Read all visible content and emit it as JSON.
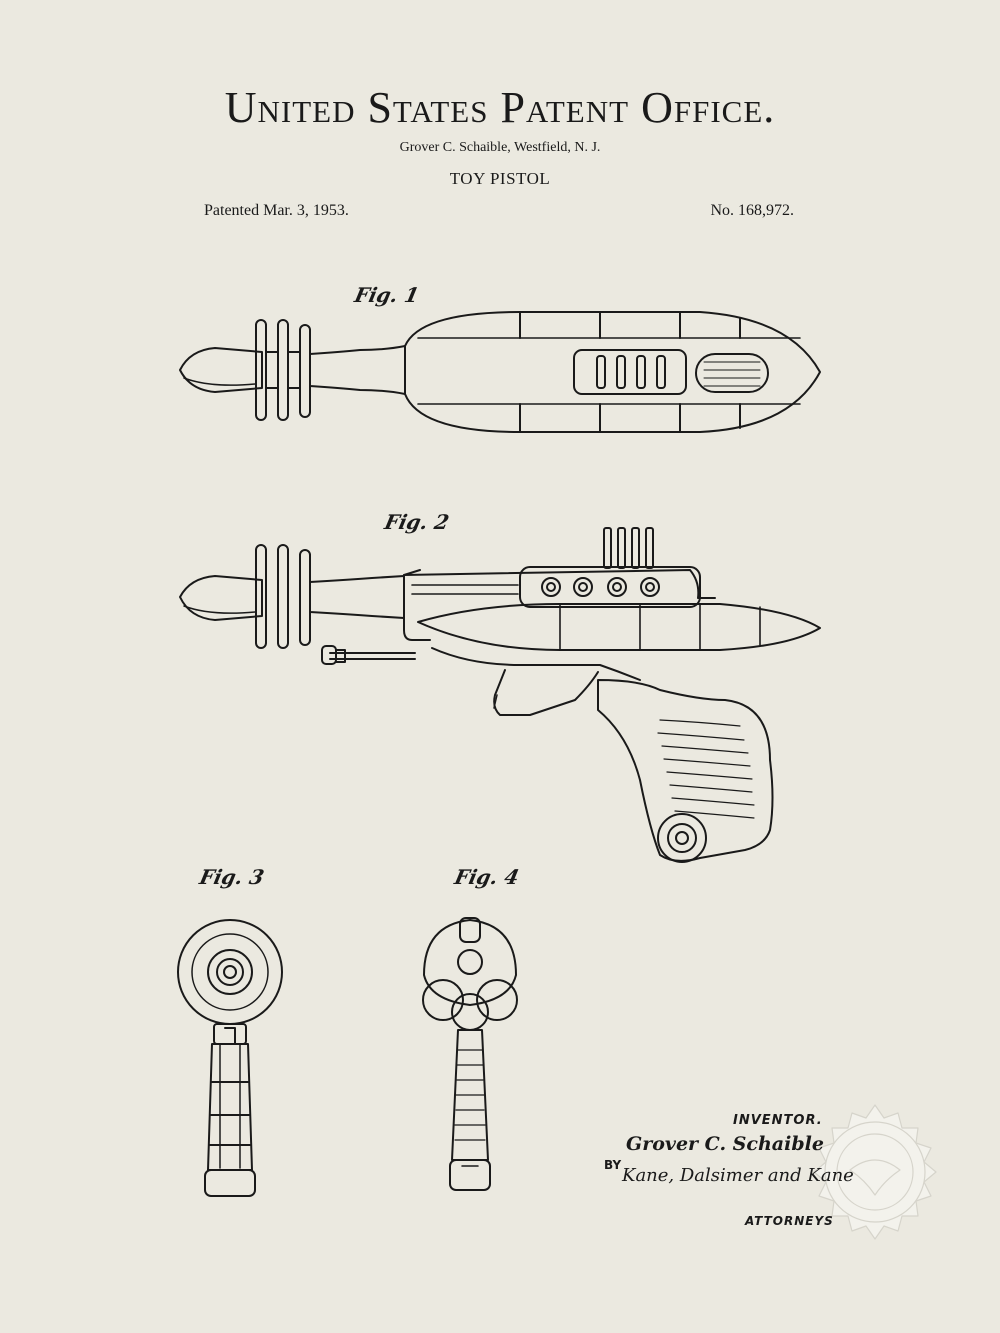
{
  "header": {
    "office": "United States Patent Office.",
    "inventor_line": "Grover C. Schaible, Westfield, N. J.",
    "invention_title": "TOY PISTOL",
    "patented": "Patented Mar. 3, 1953.",
    "number": "No. 168,972."
  },
  "figures": {
    "fig1": "Fig. 1",
    "fig2": "Fig. 2",
    "fig3": "Fig. 3",
    "fig4": "Fig. 4"
  },
  "signatures": {
    "inventor_role": "INVENTOR.",
    "inventor_name": "Grover C. Schaible",
    "by": "BY",
    "attorneys_signature": "Kane, Dalsimer and Kane",
    "attorneys_role": "ATTORNEYS"
  },
  "colors": {
    "paper": "#ebe9e0",
    "ink": "#1a1a1a",
    "seal": "#f3f2ec"
  }
}
